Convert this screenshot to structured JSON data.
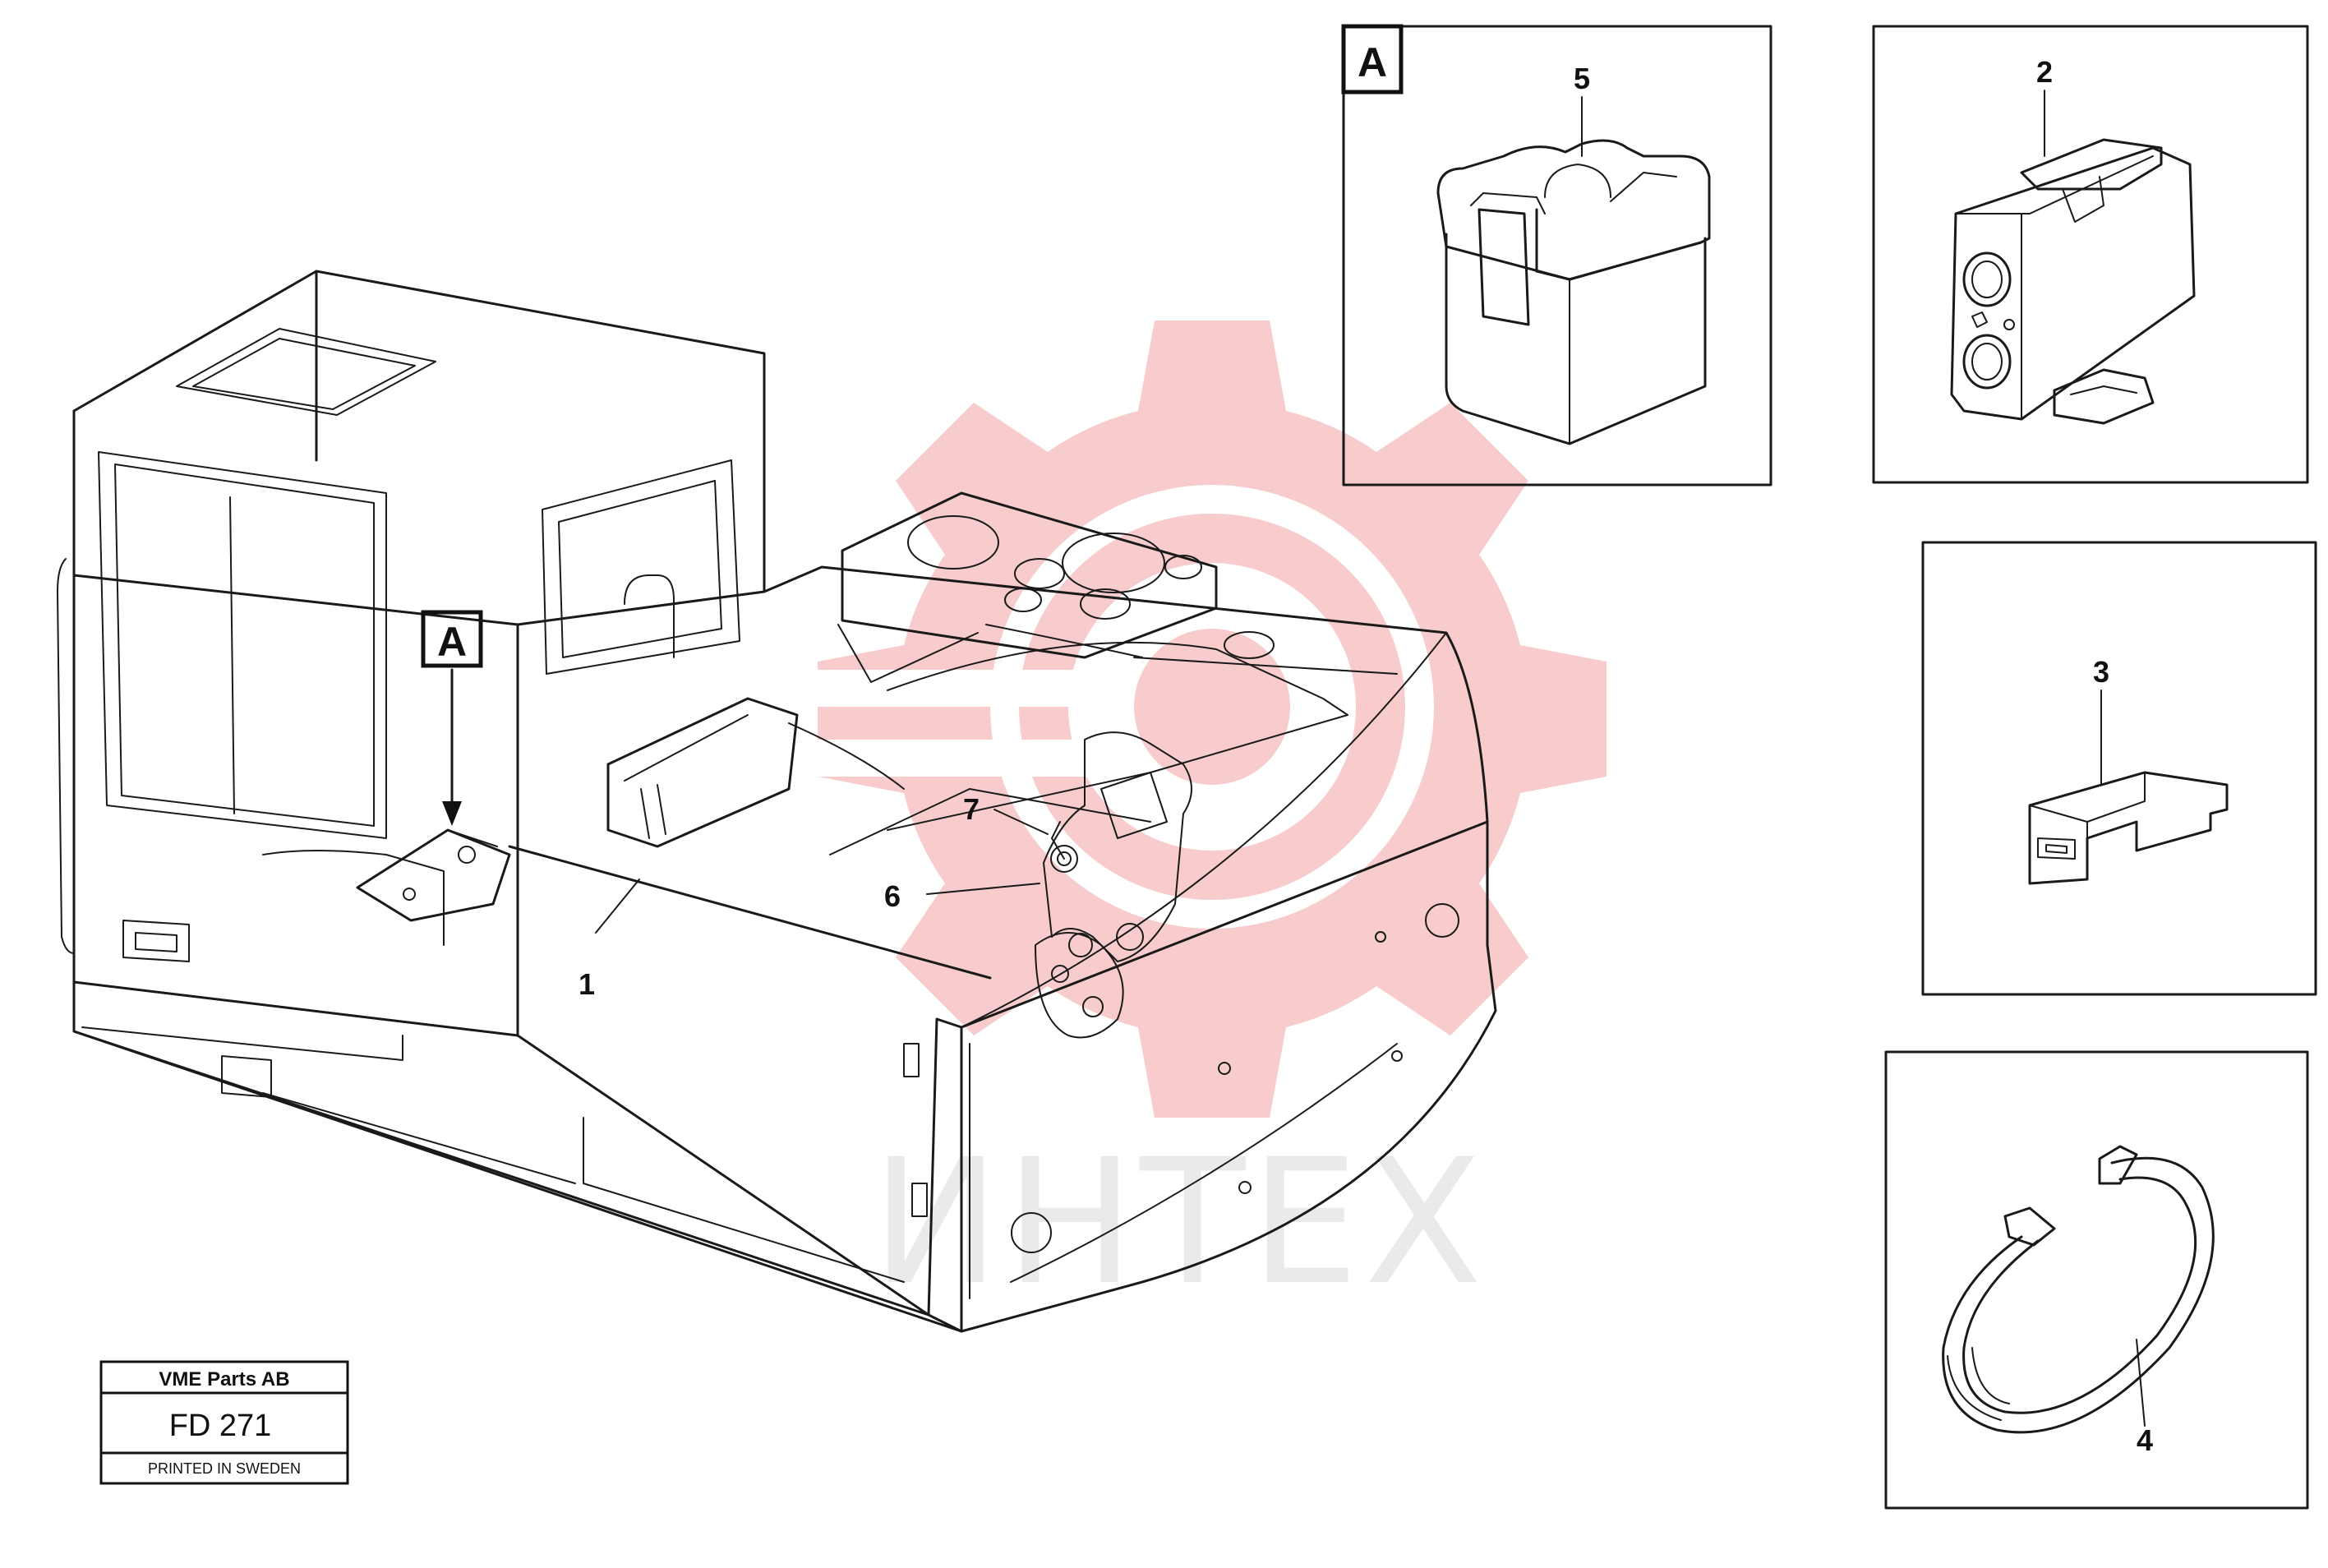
{
  "detail_a": {
    "marker": "A"
  },
  "callouts": {
    "c1": "1",
    "c2": "2",
    "c3": "3",
    "c4": "4",
    "c5": "5",
    "c6": "6",
    "c7": "7"
  },
  "watermark": {
    "text": "ИНТЕХ",
    "color": "#f2c4c4"
  },
  "title_block": {
    "company": "VME Parts AB",
    "code": "FD 271",
    "printed": "PRINTED IN SWEDEN"
  },
  "icons": [
    "watermark-gear-icon",
    "connector-housing-icon",
    "plug-connector-icon",
    "terminal-icon",
    "cable-tie-icon"
  ]
}
